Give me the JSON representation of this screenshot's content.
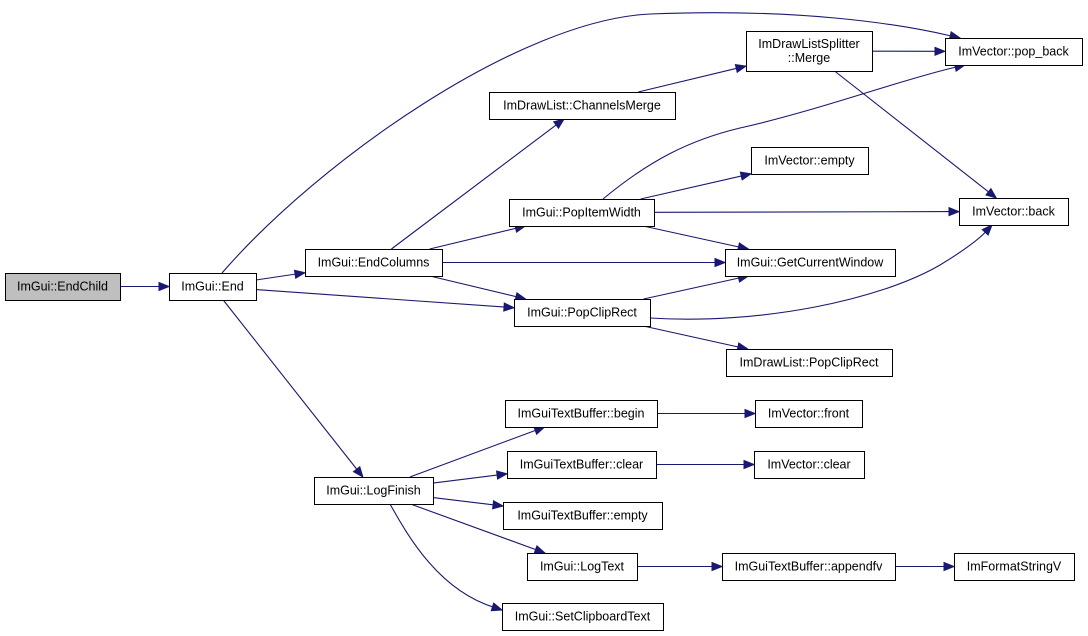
{
  "colors": {
    "edge": "#191970",
    "root_fill": "#bfbfbf",
    "node_fill": "#ffffff",
    "node_border": "#000000"
  },
  "nodes": [
    {
      "id": "endchild",
      "lines": [
        "ImGui::EndChild"
      ],
      "root": true
    },
    {
      "id": "end",
      "lines": [
        "ImGui::End"
      ]
    },
    {
      "id": "endcolumns",
      "lines": [
        "ImGui::EndColumns"
      ]
    },
    {
      "id": "logfinish",
      "lines": [
        "ImGui::LogFinish"
      ]
    },
    {
      "id": "channelsmerge",
      "lines": [
        "ImDrawList::ChannelsMerge"
      ]
    },
    {
      "id": "splittermerge",
      "lines": [
        "ImDrawListSplitter",
        "::Merge"
      ]
    },
    {
      "id": "popback",
      "lines": [
        "ImVector::pop_back"
      ]
    },
    {
      "id": "vecempty",
      "lines": [
        "ImVector::empty"
      ]
    },
    {
      "id": "popitemwidth",
      "lines": [
        "ImGui::PopItemWidth"
      ]
    },
    {
      "id": "vecback",
      "lines": [
        "ImVector::back"
      ]
    },
    {
      "id": "getcurrentwindow",
      "lines": [
        "ImGui::GetCurrentWindow"
      ]
    },
    {
      "id": "popcliprect",
      "lines": [
        "ImGui::PopClipRect"
      ]
    },
    {
      "id": "dlpopcliprect",
      "lines": [
        "ImDrawList::PopClipRect"
      ]
    },
    {
      "id": "tbbegin",
      "lines": [
        "ImGuiTextBuffer::begin"
      ]
    },
    {
      "id": "vecfront",
      "lines": [
        "ImVector::front"
      ]
    },
    {
      "id": "tbclear",
      "lines": [
        "ImGuiTextBuffer::clear"
      ]
    },
    {
      "id": "vecclear",
      "lines": [
        "ImVector::clear"
      ]
    },
    {
      "id": "tbempty",
      "lines": [
        "ImGuiTextBuffer::empty"
      ]
    },
    {
      "id": "logtext",
      "lines": [
        "ImGui::LogText"
      ]
    },
    {
      "id": "appendfv",
      "lines": [
        "ImGuiTextBuffer::appendfv"
      ]
    },
    {
      "id": "formatstringv",
      "lines": [
        "ImFormatStringV"
      ]
    },
    {
      "id": "setclipboardtext",
      "lines": [
        "ImGui::SetClipboardText"
      ]
    }
  ],
  "edges": [
    {
      "from": "endchild",
      "to": "end"
    },
    {
      "from": "end",
      "to": "endcolumns"
    },
    {
      "from": "end",
      "to": "popback"
    },
    {
      "from": "end",
      "to": "popcliprect"
    },
    {
      "from": "end",
      "to": "logfinish"
    },
    {
      "from": "endcolumns",
      "to": "channelsmerge"
    },
    {
      "from": "endcolumns",
      "to": "popitemwidth"
    },
    {
      "from": "endcolumns",
      "to": "getcurrentwindow"
    },
    {
      "from": "endcolumns",
      "to": "popcliprect"
    },
    {
      "from": "channelsmerge",
      "to": "splittermerge"
    },
    {
      "from": "splittermerge",
      "to": "popback"
    },
    {
      "from": "splittermerge",
      "to": "vecback"
    },
    {
      "from": "popitemwidth",
      "to": "popback"
    },
    {
      "from": "popitemwidth",
      "to": "vecempty"
    },
    {
      "from": "popitemwidth",
      "to": "vecback"
    },
    {
      "from": "popitemwidth",
      "to": "getcurrentwindow"
    },
    {
      "from": "popcliprect",
      "to": "getcurrentwindow"
    },
    {
      "from": "popcliprect",
      "to": "vecback"
    },
    {
      "from": "popcliprect",
      "to": "dlpopcliprect"
    },
    {
      "from": "logfinish",
      "to": "tbbegin"
    },
    {
      "from": "logfinish",
      "to": "tbclear"
    },
    {
      "from": "logfinish",
      "to": "tbempty"
    },
    {
      "from": "logfinish",
      "to": "logtext"
    },
    {
      "from": "logfinish",
      "to": "setclipboardtext"
    },
    {
      "from": "tbbegin",
      "to": "vecfront"
    },
    {
      "from": "tbclear",
      "to": "vecclear"
    },
    {
      "from": "logtext",
      "to": "appendfv"
    },
    {
      "from": "appendfv",
      "to": "formatstringv"
    }
  ]
}
